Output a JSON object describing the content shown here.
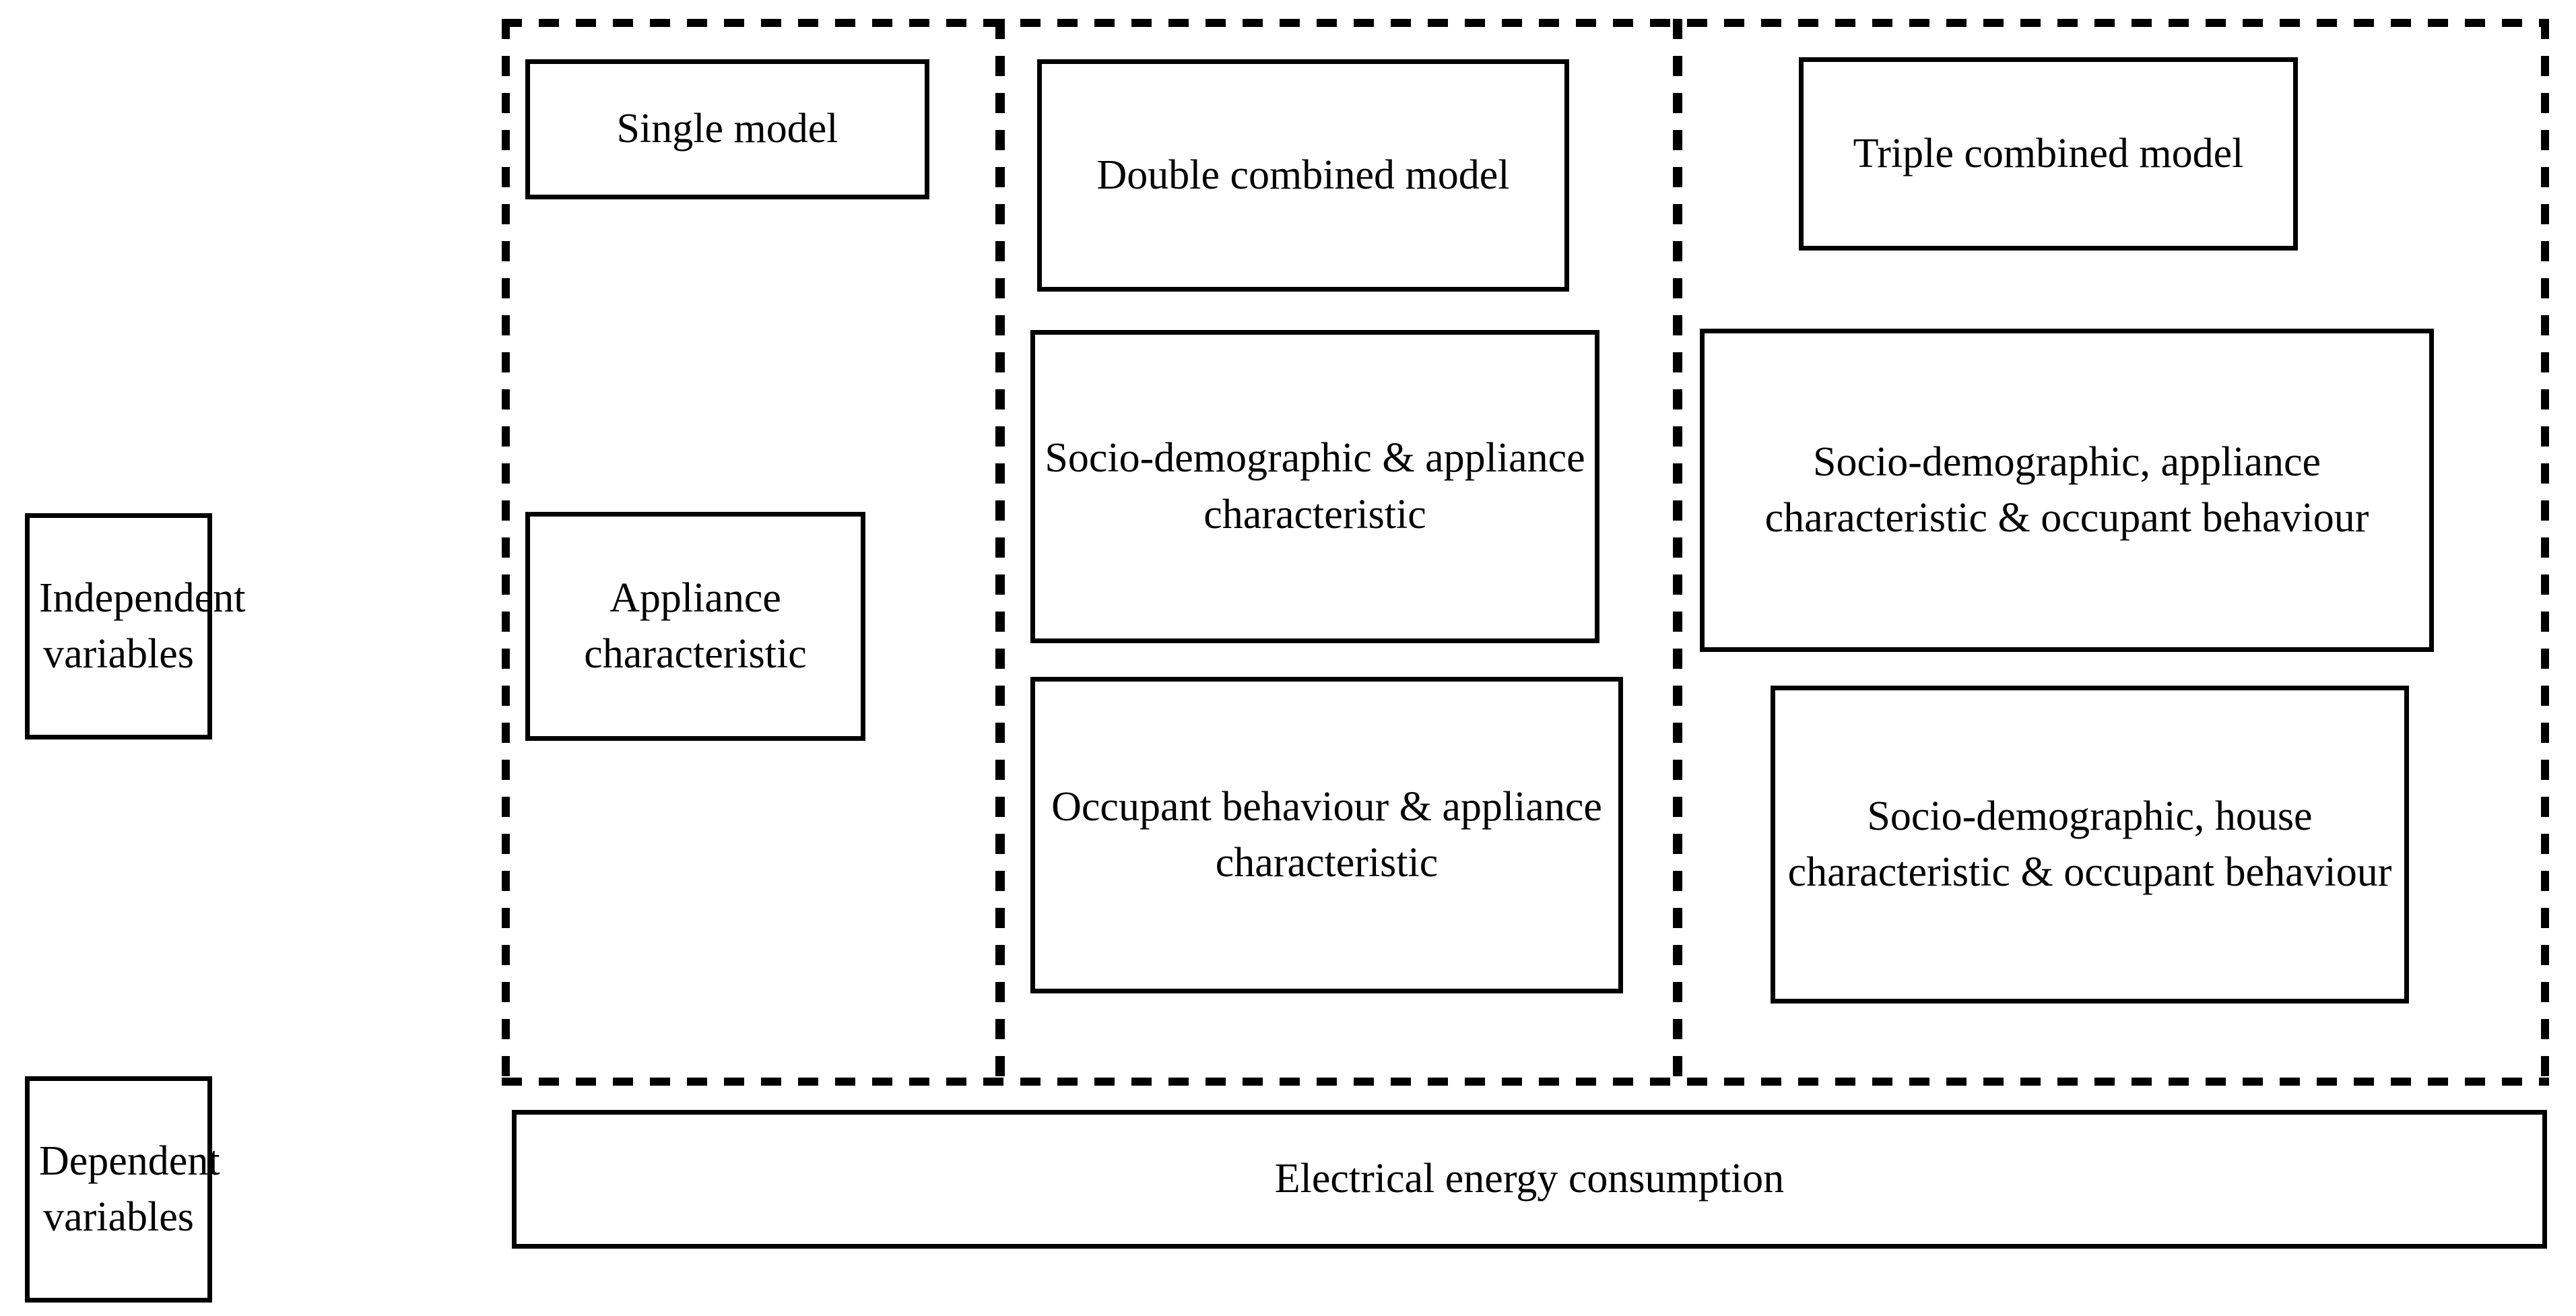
{
  "diagram": {
    "title_text_present": false,
    "left_labels": [
      {
        "id": "independent",
        "text": "Independent variables"
      },
      {
        "id": "dependent",
        "text": "Dependent variables"
      }
    ],
    "groups": [
      {
        "id": "single",
        "header": "Single model",
        "boxes": [
          {
            "id": "single-header",
            "text": "Single model"
          },
          {
            "id": "appliance-characteristic",
            "text": "Appliance characteristic"
          }
        ]
      },
      {
        "id": "double",
        "header": "Double combined model",
        "boxes": [
          {
            "id": "double-header",
            "text": "Double combined model"
          },
          {
            "id": "socio-appliance",
            "text": "Socio-demographic & appliance characteristic"
          },
          {
            "id": "occupant-appliance",
            "text": "Occupant behaviour & appliance characteristic"
          }
        ]
      },
      {
        "id": "triple",
        "header": "Triple combined model",
        "boxes": [
          {
            "id": "triple-header",
            "text": "Triple combined model"
          },
          {
            "id": "socio-appliance-occupant",
            "text": "Socio-demographic, appliance characteristic & occupant behaviour"
          },
          {
            "id": "socio-house-occupant",
            "text": "Socio-demographic, house characteristic & occupant behaviour"
          }
        ]
      }
    ],
    "outcome": {
      "id": "electrical-energy-consumption",
      "text": "Electrical energy consumption"
    },
    "colors": {
      "line": "#000000",
      "background": "#ffffff",
      "text": "#000000"
    }
  }
}
